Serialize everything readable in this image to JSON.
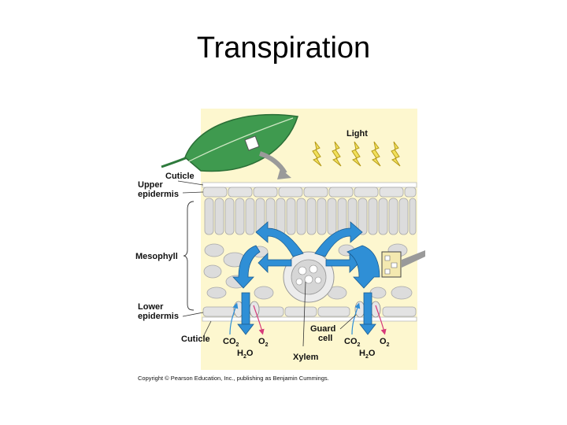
{
  "slide": {
    "title": "Transpiration"
  },
  "diagram": {
    "labels": {
      "light": "Light",
      "cuticle_top": "Cuticle",
      "upper_epidermis_1": "Upper",
      "upper_epidermis_2": "epidermis",
      "mesophyll": "Mesophyll",
      "lower_epidermis_1": "Lower",
      "lower_epidermis_2": "epidermis",
      "cuticle_bottom": "Cuticle",
      "guard_cell_1": "Guard",
      "guard_cell_2": "cell",
      "xylem": "Xylem"
    },
    "gases_left": {
      "co2": "CO",
      "co2_sub": "2",
      "o2": "O",
      "o2_sub": "2",
      "h2o_h": "H",
      "h2o_sub": "2",
      "h2o_o": "O"
    },
    "gases_right": {
      "co2": "CO",
      "co2_sub": "2",
      "o2": "O",
      "o2_sub": "2",
      "h2o_h": "H",
      "h2o_sub": "2",
      "h2o_o": "O"
    },
    "copyright": "Copyright © Pearson Education, Inc., publishing as Benjamin Cummings."
  },
  "colors": {
    "background_panel": "#fdf7cf",
    "leaf": "#3f9a4f",
    "cells": "#dcdcdc",
    "arrow_blue": "#2f8fd6",
    "arrow_pink": "#d63a7a",
    "light_bolt": "#f2e15a"
  }
}
